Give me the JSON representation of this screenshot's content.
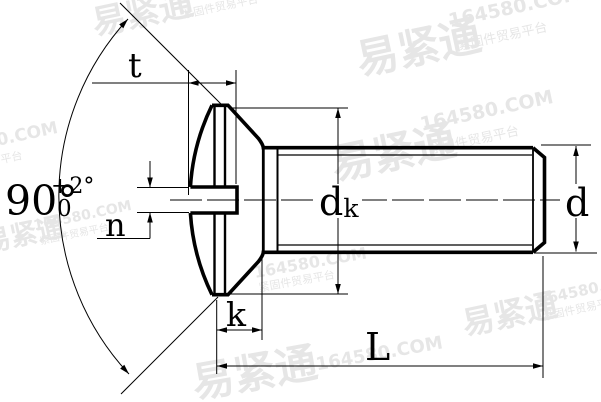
{
  "watermark": {
    "brand": "易紧通",
    "site": "164580.COM",
    "tagline": "紧固件贸易平台"
  },
  "dimensions": {
    "slot_depth": "t",
    "slot_width": "n",
    "cone_angle": "90°",
    "cone_angle_tol_upper": "+2°",
    "cone_angle_tol_lower": "0",
    "head_diameter_main": "d",
    "head_diameter_sub": "k",
    "shank_diameter": "d",
    "head_height": "k",
    "length": "L"
  }
}
